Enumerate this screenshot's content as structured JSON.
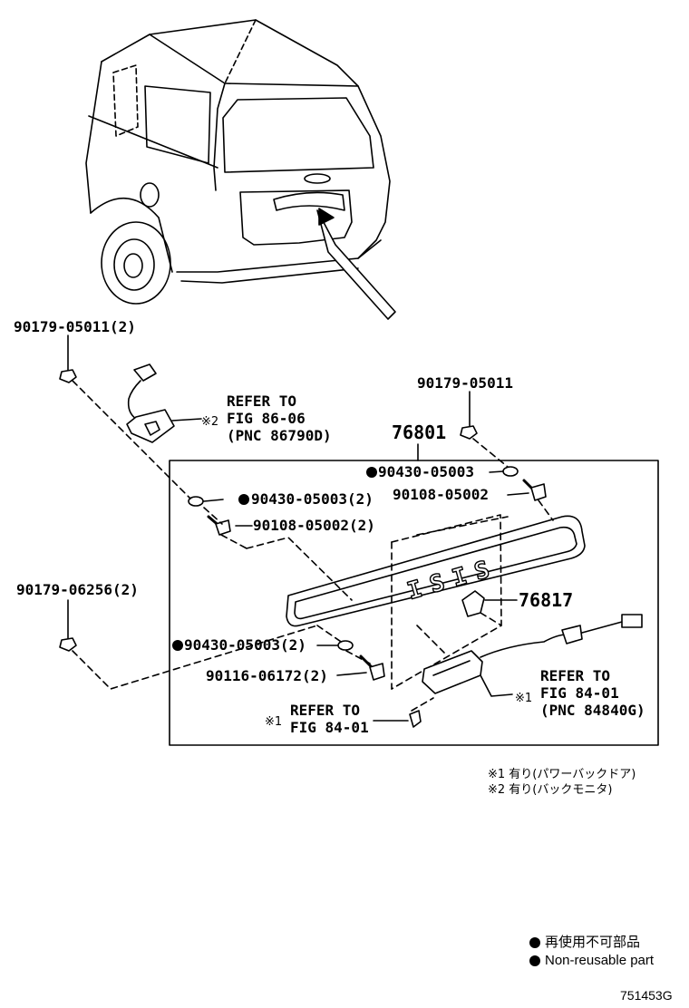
{
  "parts": {
    "p_90179_05011_2": "90179-05011(2)",
    "p_90179_05011": "90179-05011",
    "p_76801": "76801",
    "p_90430_05003_a": "90430-05003",
    "p_90108_05002_a": "90108-05002",
    "p_90430_05003_2a": "90430-05003(2)",
    "p_90108_05002_2": "90108-05002(2)",
    "p_90179_06256_2": "90179-06256(2)",
    "p_76817": "76817",
    "p_90430_05003_2b": "90430-05003(2)",
    "p_90116_06172_2": "90116-06172(2)"
  },
  "refs": {
    "camera": {
      "marker": "※2",
      "line1": "REFER TO",
      "line2": "FIG 86-06",
      "line3": "(PNC 86790D)"
    },
    "lamp": {
      "marker": "※1",
      "line1": "REFER TO",
      "line2": "FIG 84-01",
      "line3": "(PNC 84840G)"
    },
    "screw": {
      "marker": "※1",
      "line1": "REFER TO",
      "line2": "FIG 84-01"
    }
  },
  "emblem_text": "ISIS",
  "notes": {
    "n1": "※1 有り(パワーバックドア)",
    "n2": "※2 有り(バックモニタ)"
  },
  "legend": {
    "jp": "再使用不可部品",
    "en": "Non-reusable part"
  },
  "figure_code": "751453G"
}
